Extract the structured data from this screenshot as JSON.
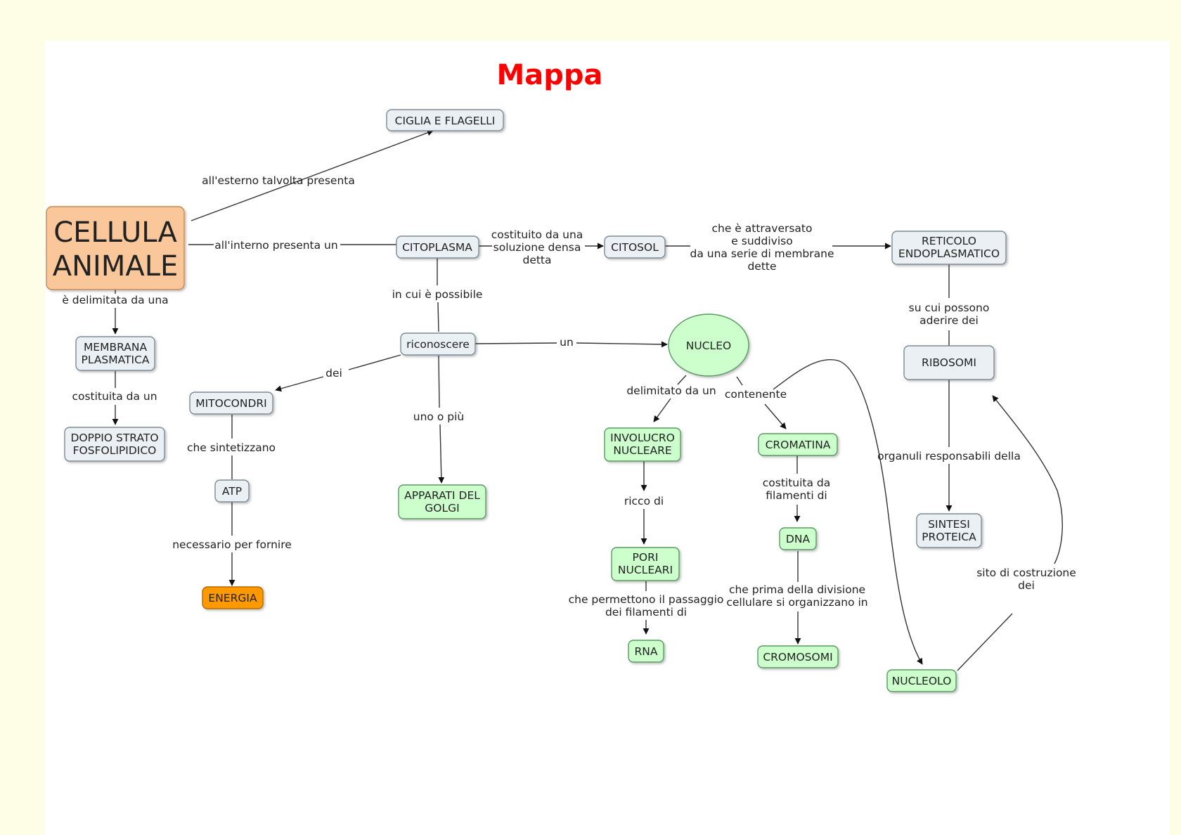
{
  "title": "Mappa",
  "colors": {
    "page_background": "#fefde6",
    "title": "#ff0000",
    "main_node_fill": "#f9c79a",
    "main_node_stroke": "#c8894f",
    "grey_node_fill": "#eaf0f3",
    "grey_node_stroke": "#7f8c93",
    "green_node_fill": "#ccffcc",
    "green_node_stroke": "#5a9a64",
    "orange_node_fill": "#ff9900",
    "orange_node_stroke": "#b36b00"
  },
  "nodes": {
    "cellula_animale": [
      "CELLULA",
      "ANIMALE"
    ],
    "ciglia_flagelli": [
      "CIGLIA E FLAGELLI"
    ],
    "citoplasma": [
      "CITOPLASMA"
    ],
    "citosol": [
      "CITOSOL"
    ],
    "reticolo": [
      "RETICOLO",
      "ENDOPLASMATICO"
    ],
    "membrana": [
      "MEMBRANA",
      "PLASMATICA"
    ],
    "doppio_strato": [
      "DOPPIO STRATO",
      "FOSFOLIPIDICO"
    ],
    "riconoscere": [
      "riconoscere"
    ],
    "nucleo": [
      "NUCLEO"
    ],
    "ribosomi": [
      "RIBOSOMI"
    ],
    "mitocondri": [
      "MITOCONDRI"
    ],
    "atp": [
      "ATP"
    ],
    "energia": [
      "ENERGIA"
    ],
    "apparati_golgi": [
      "APPARATI DEL",
      "GOLGI"
    ],
    "involucro": [
      "INVOLUCRO",
      "NUCLEARE"
    ],
    "pori": [
      "PORI",
      "NUCLEARI"
    ],
    "rna": [
      "RNA"
    ],
    "cromatina": [
      "CROMATINA"
    ],
    "dna": [
      "DNA"
    ],
    "cromosomi": [
      "CROMOSOMI"
    ],
    "sintesi": [
      "SINTESI",
      "PROTEICA"
    ],
    "nucleolo": [
      "NUCLEOLO"
    ]
  },
  "links": {
    "esterno": [
      "all'esterno talvolta presenta"
    ],
    "interno": [
      "all'interno presenta un"
    ],
    "costituito_soluzione": [
      "costituito da una",
      "soluzione densa",
      "detta"
    ],
    "attraversato": [
      "che è attraversato",
      "e suddiviso",
      "da una serie di membrane",
      "dette"
    ],
    "delimitata": [
      "è delimitata da una"
    ],
    "costituita_un": [
      "costituita da un"
    ],
    "in_cui": [
      "in cui è possibile"
    ],
    "un": [
      "un"
    ],
    "dei": [
      "dei"
    ],
    "uno_piu": [
      "uno o più"
    ],
    "su_cui": [
      "su cui possono",
      "aderire dei"
    ],
    "sintetizzano": [
      "che sintetizzano"
    ],
    "necessario": [
      "necessario per fornire"
    ],
    "delimitato": [
      "delimitato da un"
    ],
    "contenente": [
      "contenente"
    ],
    "ricco": [
      "ricco di"
    ],
    "permettono": [
      "che permettono il passaggio",
      "dei filamenti di"
    ],
    "costituita_filamenti": [
      "costituita da",
      "filamenti di"
    ],
    "prima_divisione": [
      "che prima della divisione",
      "cellulare si organizzano in"
    ],
    "organuli": [
      "organuli responsabili della"
    ],
    "sito": [
      "sito di costruzione",
      "dei"
    ]
  }
}
